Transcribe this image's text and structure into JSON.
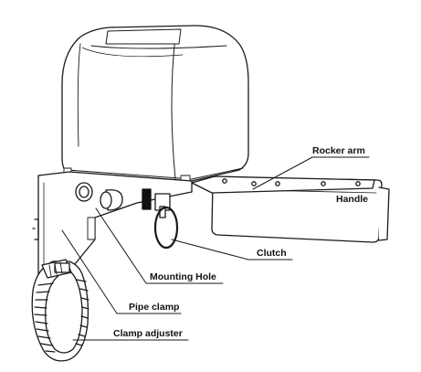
{
  "diagram": {
    "labels": {
      "rocker_arm": "Rocker arm",
      "handle": "Handle",
      "clutch": "Clutch",
      "mounting_hole": "Mounting Hole",
      "pipe_clamp": "Pipe clamp",
      "clamp_adjuster": "Clamp adjuster"
    },
    "colors": {
      "stroke": "#1a1a1a",
      "fill": "#ffffff",
      "accent_fill": "#111111",
      "text": "#111111"
    }
  }
}
